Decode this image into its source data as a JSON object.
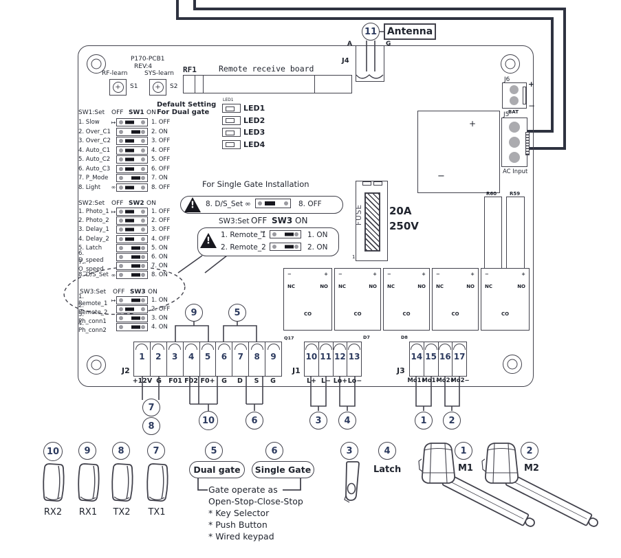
{
  "sym": {
    "plus": "+",
    "minus": "−"
  },
  "top": {
    "ref": "11",
    "antenna": "Antenna",
    "j4": "J4",
    "a": "A",
    "g": "G"
  },
  "board": {
    "title": "P170-PCB1",
    "rev": "REV:4",
    "rf_learn": "RF-learn",
    "s1": "S1",
    "sys_learn": "SYS-learn",
    "s2": "S2",
    "rf1": "RF1",
    "receive_board": "Remote receive board",
    "led_tiny": "LED1",
    "leds": [
      "LED1",
      "LED2",
      "LED3",
      "LED4"
    ],
    "sw1": {
      "set": "SW1:Set",
      "off": "OFF",
      "name": "SW1",
      "on": "ON",
      "default1": "Default Setting",
      "default2": "For Dual gate",
      "rows": [
        {
          "name": "1. Slow",
          "mark": "↦",
          "val": "1. OFF"
        },
        {
          "name": "2. Over_C1",
          "val": "2. ON"
        },
        {
          "name": "3. Over_C2",
          "val": "3. OFF"
        },
        {
          "name": "4. Auto_C1",
          "val": "4. OFF"
        },
        {
          "name": "5. Auto_C2",
          "val": "5. OFF"
        },
        {
          "name": "6. Auto_C3",
          "val": "6. OFF"
        },
        {
          "name": "7. P_Mode",
          "val": "7. ON"
        },
        {
          "name": "8. Light",
          "mark": "∞",
          "val": "8. OFF"
        }
      ]
    },
    "sw2": {
      "set": "SW2:Set",
      "off": "OFF",
      "name": "SW2",
      "on": "ON",
      "rows": [
        {
          "name": "1. Photo_1",
          "mark": "↦",
          "val": "1. OFF"
        },
        {
          "name": "2. Photo_2",
          "val": "2. OFF"
        },
        {
          "name": "3. Delay_1",
          "val": "3. OFF"
        },
        {
          "name": "4. Delay_2",
          "val": "4. OFF"
        },
        {
          "name": "5. Latch",
          "val": "5. ON"
        },
        {
          "name": "6. D_speed",
          "val": "6. ON"
        },
        {
          "name": "7. O_speed",
          "val": "7. ON"
        },
        {
          "name": "8. D/S_Set",
          "mark": "∞",
          "val": "8. ON"
        }
      ]
    },
    "sw3": {
      "set": "SW3:Set",
      "off": "OFF",
      "name": "SW3",
      "on": "ON",
      "rows": [
        {
          "name": "1. Remote_1",
          "mark": "↦",
          "val": "1. ON"
        },
        {
          "name": "2. Remote_2",
          "val": "2. OFF"
        },
        {
          "name": "3. Ph_conn1",
          "val": "3. ON"
        },
        {
          "name": "4. Ph_conn2",
          "val": "4. ON"
        }
      ]
    },
    "callout": {
      "title": "For Single Gate Installation",
      "ds_name": "8. D/S_Set",
      "ds_mark": "∞",
      "ds_val": "8. OFF",
      "set": "SW3:Set",
      "off": "OFF",
      "name": "SW3",
      "on": "ON",
      "rows": [
        {
          "name": "1. Remote_1",
          "mark": "↦",
          "val": "1. ON"
        },
        {
          "name": "2. Remote_2",
          "val": "2. ON"
        }
      ]
    },
    "fuse": {
      "label": "FUSE",
      "amp": "20A",
      "volt": "250V",
      "pin": "1"
    },
    "r60": "R60",
    "r59": "R59",
    "j6": {
      "label": "J6",
      "bat": "BAT"
    },
    "j5": {
      "label": "J5",
      "ac": "AC Input"
    },
    "relay": {
      "nc": "NC",
      "no": "NO",
      "co": "CO"
    },
    "j2": {
      "label": "J2",
      "ref": "Q17",
      "pins": [
        "1",
        "2",
        "3",
        "4",
        "5",
        "6",
        "7",
        "8",
        "9"
      ],
      "names": [
        "+12V",
        "G",
        "F01",
        "F02",
        "F0+",
        "G",
        "D",
        "S",
        "G"
      ]
    },
    "j1": {
      "label": "J1",
      "ref": "D7",
      "pins": [
        "10",
        "11",
        "12",
        "13"
      ],
      "names": [
        "L+",
        "L−",
        "Lo+",
        "Lo−"
      ]
    },
    "j3": {
      "label": "J3",
      "ref": "D8",
      "pins": [
        "14",
        "15",
        "16",
        "17"
      ],
      "names": [
        "Mo1+",
        "Mo1−",
        "Mo2+",
        "Mo2−"
      ]
    },
    "refs": {
      "n1": "1",
      "n2": "2",
      "n3": "3",
      "n4": "4",
      "n5": "5",
      "n6": "6",
      "n7": "7",
      "n8": "8",
      "n9": "9",
      "n10": "10"
    }
  },
  "legend": {
    "photocells": [
      {
        "ref": "10",
        "label": "RX2"
      },
      {
        "ref": "9",
        "label": "RX1"
      },
      {
        "ref": "8",
        "label": "TX2"
      },
      {
        "ref": "7",
        "label": "TX1"
      }
    ],
    "dual": {
      "ref": "5",
      "label": "Dual gate"
    },
    "single": {
      "ref": "6",
      "label": "Single Gate"
    },
    "notes": [
      "Gate operate as",
      "Open-Stop-Close-Stop",
      "* Key Selector",
      "* Push Button",
      "* Wired keypad"
    ],
    "key_ref": "3",
    "latch": {
      "ref": "4",
      "label": "Latch"
    },
    "m1": {
      "ref": "1",
      "label": "M1"
    },
    "m2": {
      "ref": "2",
      "label": "M2"
    }
  }
}
